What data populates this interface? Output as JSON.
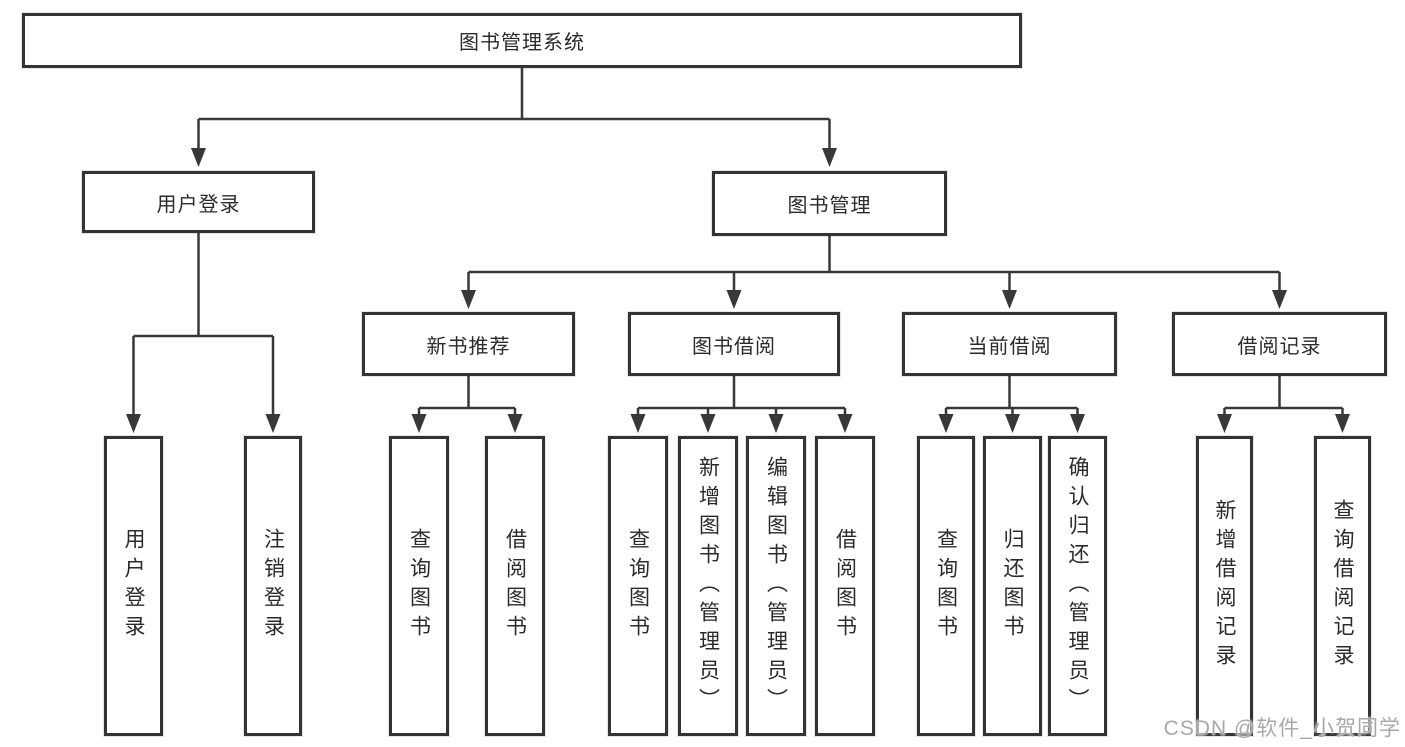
{
  "tree": {
    "root": {
      "label": "图书管理系统"
    },
    "branches": [
      {
        "label": "用户登录",
        "leaves": [
          {
            "label": "用户登录"
          },
          {
            "label": "注销登录"
          }
        ]
      },
      {
        "label": "图书管理",
        "sections": [
          {
            "label": "新书推荐",
            "leaves": [
              {
                "label": "查询图书"
              },
              {
                "label": "借阅图书"
              }
            ]
          },
          {
            "label": "图书借阅",
            "leaves": [
              {
                "label": "查询图书"
              },
              {
                "label": "新增图书（管理员）"
              },
              {
                "label": "编辑图书（管理员）"
              },
              {
                "label": "借阅图书"
              }
            ]
          },
          {
            "label": "当前借阅",
            "leaves": [
              {
                "label": "查询图书"
              },
              {
                "label": "归还图书"
              },
              {
                "label": "确认归还（管理员）"
              }
            ]
          },
          {
            "label": "借阅记录",
            "leaves": [
              {
                "label": "新增借阅记录"
              },
              {
                "label": "查询借阅记录"
              }
            ]
          }
        ]
      }
    ]
  },
  "watermark": {
    "text": "CSDN @软件_小贺同学"
  },
  "colors": {
    "line": "#383838",
    "border": "#333333",
    "watermark": "#a8a8a8",
    "background": "#ffffff"
  }
}
